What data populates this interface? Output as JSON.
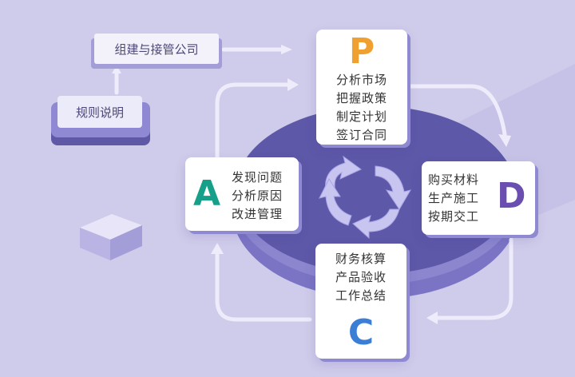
{
  "rules_button": {
    "label": "规则说明"
  },
  "company_button": {
    "label": "组建与接管公司"
  },
  "cycle": {
    "p": {
      "letter": "P",
      "lines": [
        "分析市场",
        "把握政策",
        "制定计划",
        "签订合同"
      ],
      "color": "#f0a030"
    },
    "d": {
      "letter": "D",
      "lines": [
        "购买材料",
        "生产施工",
        "按期交工"
      ],
      "color": "#6b4fb0"
    },
    "c": {
      "letter": "C",
      "lines": [
        "财务核算",
        "产品验收",
        "工作总结"
      ],
      "color": "#3b7ed6"
    },
    "a": {
      "letter": "A",
      "lines": [
        "发现问题",
        "分析原因",
        "改进管理"
      ],
      "color": "#16a08a"
    }
  }
}
